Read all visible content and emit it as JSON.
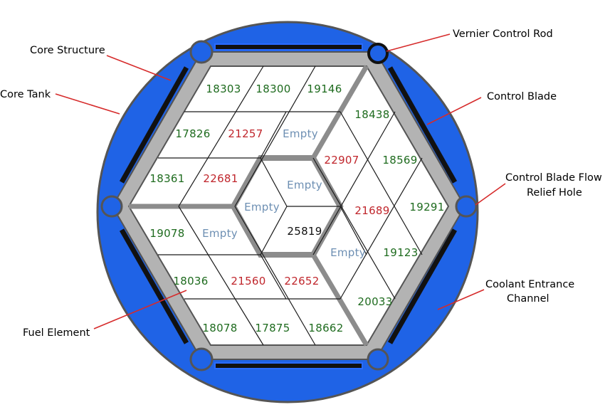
{
  "colors": {
    "tank_blue": "#1f63e6",
    "structure_gray": "#b3b3b3",
    "structure_edge": "#555555",
    "fuel_green": "#1e6b1e",
    "fuel_red": "#c0262c",
    "empty_blue": "#6d8fb3",
    "center_black": "#111111",
    "leader_red": "#d62b2b"
  },
  "callouts": {
    "core_structure": "Core Structure",
    "core_tank": "Core Tank",
    "vernier_control_rod": "Vernier Control Rod",
    "control_blade": "Control Blade",
    "control_blade_flow_line1": "Control Blade Flow",
    "control_blade_flow_line2": "Relief Hole",
    "coolant_entrance_line1": "Coolant Entrance",
    "coolant_entrance_line2": "Channel",
    "fuel_element": "Fuel Element"
  },
  "cells": {
    "upper_left": [
      {
        "label": "18303",
        "status": "green"
      },
      {
        "label": "18300",
        "status": "green"
      },
      {
        "label": "19146",
        "status": "green"
      },
      {
        "label": "17826",
        "status": "green"
      },
      {
        "label": "21257",
        "status": "red"
      },
      {
        "label": "Empty",
        "status": "empty"
      },
      {
        "label": "18361",
        "status": "green"
      },
      {
        "label": "22681",
        "status": "red"
      }
    ],
    "right": [
      {
        "label": "18438",
        "status": "green"
      },
      {
        "label": "22907",
        "status": "red"
      },
      {
        "label": "18569",
        "status": "green"
      },
      {
        "label": "21689",
        "status": "red"
      },
      {
        "label": "19291",
        "status": "green"
      },
      {
        "label": "Empty",
        "status": "empty"
      },
      {
        "label": "19123",
        "status": "green"
      },
      {
        "label": "20033",
        "status": "green"
      }
    ],
    "lower_left": [
      {
        "label": "19078",
        "status": "green"
      },
      {
        "label": "Empty",
        "status": "empty"
      },
      {
        "label": "18036",
        "status": "green"
      },
      {
        "label": "21560",
        "status": "red"
      },
      {
        "label": "22652",
        "status": "red"
      },
      {
        "label": "18078",
        "status": "green"
      },
      {
        "label": "17875",
        "status": "green"
      },
      {
        "label": "18662",
        "status": "green"
      }
    ],
    "center": [
      {
        "label": "Empty",
        "status": "empty"
      },
      {
        "label": "Empty",
        "status": "empty"
      },
      {
        "label": "25819",
        "status": "center"
      }
    ]
  }
}
